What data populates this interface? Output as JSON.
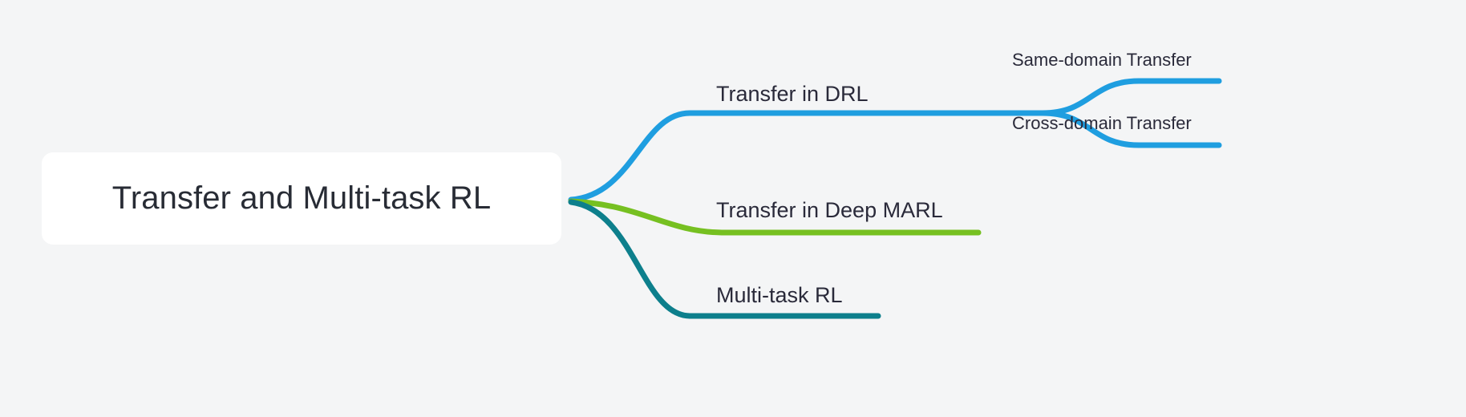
{
  "diagram": {
    "type": "mind-map",
    "background_color": "#f4f5f6",
    "root": {
      "label": "Transfer and Multi-task RL",
      "text_color": "#282c35",
      "fill_color": "#ffffff"
    },
    "branches": [
      {
        "id": "transfer-in-drl",
        "label": "Transfer in DRL",
        "color": "#1f9ee0",
        "children": [
          {
            "id": "same-domain-transfer",
            "label": "Same-domain Transfer",
            "color": "#1f9ee0"
          },
          {
            "id": "cross-domain-transfer",
            "label": "Cross-domain Transfer",
            "color": "#1f9ee0"
          }
        ]
      },
      {
        "id": "transfer-in-deep-marl",
        "label": "Transfer in Deep MARL",
        "color": "#76c021",
        "children": []
      },
      {
        "id": "multi-task-rl",
        "label": "Multi-task RL",
        "color": "#0d7f8c",
        "children": []
      }
    ]
  }
}
